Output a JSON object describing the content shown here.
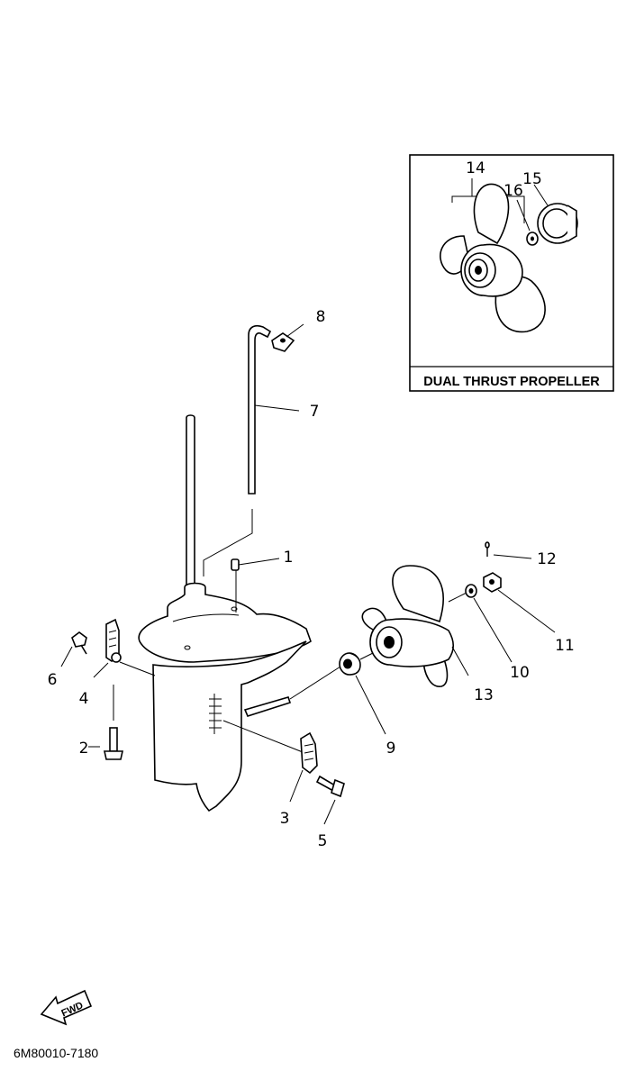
{
  "inset": {
    "title": "DUAL THRUST PROPELLER"
  },
  "callouts": {
    "p1": "1",
    "p2": "2",
    "p3": "3",
    "p4": "4",
    "p5": "5",
    "p6": "6",
    "p7": "7",
    "p8": "8",
    "p9": "9",
    "p10": "10",
    "p11": "11",
    "p12": "12",
    "p13": "13",
    "p14": "14",
    "p15": "15",
    "p16": "16"
  },
  "direction_label": "FWD",
  "drawing_code": "6M80010-7180"
}
